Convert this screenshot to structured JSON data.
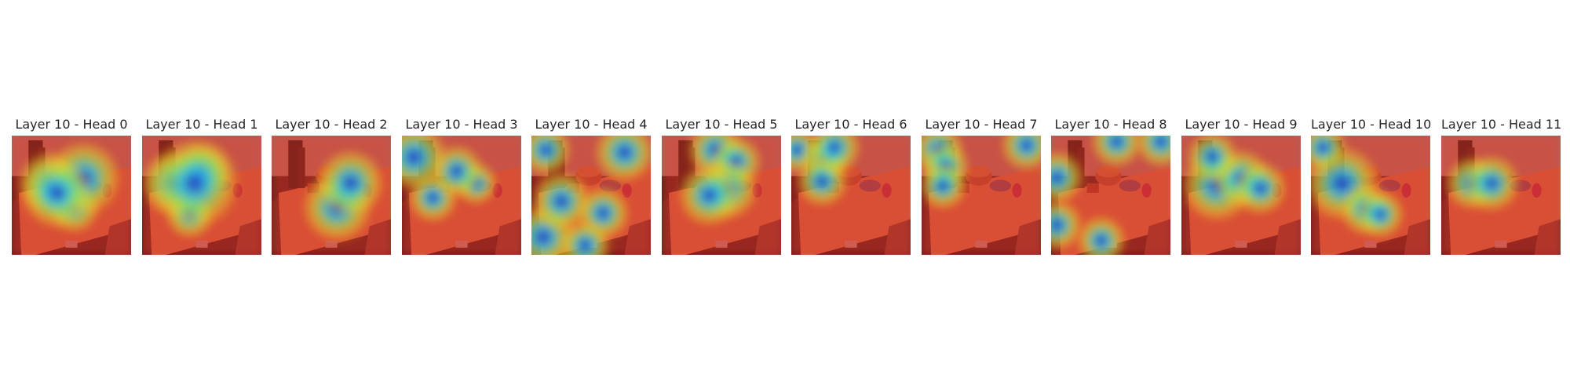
{
  "figure": {
    "panels": [
      {
        "title": "Layer 10 - Head 0",
        "heat": [
          [
            0.52,
            0.6,
            0.4
          ],
          [
            0.32,
            0.4,
            0.54
          ],
          [
            0.6,
            0.36,
            0.66
          ],
          [
            0.38,
            0.48,
            0.62
          ]
        ]
      },
      {
        "title": "Layer 10 - Head 1",
        "heat": [
          [
            0.26,
            0.4,
            0.55
          ],
          [
            0.5,
            0.3,
            0.48
          ],
          [
            0.4,
            0.66,
            0.36
          ],
          [
            0.44,
            0.4,
            0.82
          ]
        ]
      },
      {
        "title": "Layer 10 - Head 2",
        "heat": [
          [
            0.55,
            0.6,
            0.6
          ],
          [
            0.66,
            0.4,
            0.58
          ]
        ]
      },
      {
        "title": "Layer 10 - Head 3",
        "heat": [
          [
            0.26,
            0.52,
            0.38
          ],
          [
            0.62,
            0.4,
            0.3
          ],
          [
            0.46,
            0.3,
            0.42
          ],
          [
            0.1,
            0.18,
            0.58
          ]
        ]
      },
      {
        "title": "Layer 10 - Head 4",
        "heat": [
          [
            0.1,
            0.85,
            0.55
          ],
          [
            0.25,
            0.55,
            0.5
          ],
          [
            0.6,
            0.65,
            0.42
          ],
          [
            0.78,
            0.14,
            0.5
          ],
          [
            0.45,
            0.92,
            0.4
          ],
          [
            0.12,
            0.12,
            0.4
          ]
        ]
      },
      {
        "title": "Layer 10 - Head 5",
        "heat": [
          [
            0.45,
            0.12,
            0.45
          ],
          [
            0.62,
            0.22,
            0.4
          ],
          [
            0.55,
            0.45,
            0.5
          ],
          [
            0.4,
            0.5,
            0.52
          ]
        ]
      },
      {
        "title": "Layer 10 - Head 6",
        "heat": [
          [
            0.05,
            0.12,
            0.34
          ],
          [
            0.28,
            0.2,
            0.36
          ],
          [
            0.26,
            0.38,
            0.4
          ],
          [
            0.36,
            0.1,
            0.42
          ]
        ]
      },
      {
        "title": "Layer 10 - Head 7",
        "heat": [
          [
            0.14,
            0.12,
            0.4
          ],
          [
            0.2,
            0.26,
            0.36
          ],
          [
            0.18,
            0.42,
            0.36
          ],
          [
            0.88,
            0.08,
            0.4
          ]
        ]
      },
      {
        "title": "Layer 10 - Head 8",
        "heat": [
          [
            0.05,
            0.35,
            0.42
          ],
          [
            0.05,
            0.75,
            0.4
          ],
          [
            0.55,
            0.05,
            0.4
          ],
          [
            0.92,
            0.05,
            0.4
          ],
          [
            0.42,
            0.88,
            0.38
          ]
        ]
      },
      {
        "title": "Layer 10 - Head 9",
        "heat": [
          [
            0.3,
            0.42,
            0.62
          ],
          [
            0.5,
            0.36,
            0.48
          ],
          [
            0.66,
            0.44,
            0.42
          ],
          [
            0.26,
            0.18,
            0.4
          ]
        ]
      },
      {
        "title": "Layer 10 - Head 10",
        "heat": [
          [
            0.26,
            0.4,
            0.66
          ],
          [
            0.1,
            0.1,
            0.36
          ],
          [
            0.46,
            0.62,
            0.4
          ],
          [
            0.58,
            0.66,
            0.36
          ]
        ]
      },
      {
        "title": "Layer 10 - Head 11",
        "heat": [
          [
            0.26,
            0.4,
            0.42
          ],
          [
            0.42,
            0.4,
            0.46
          ]
        ]
      }
    ]
  },
  "colors": {
    "background": "#ffffff",
    "title_text": "#262626",
    "room_dark": "#5a1414",
    "counter": "#d05a3c",
    "wall": "#b2605a",
    "heat_base": "#e23e2a",
    "heat_hot": "#1a2ac8"
  }
}
